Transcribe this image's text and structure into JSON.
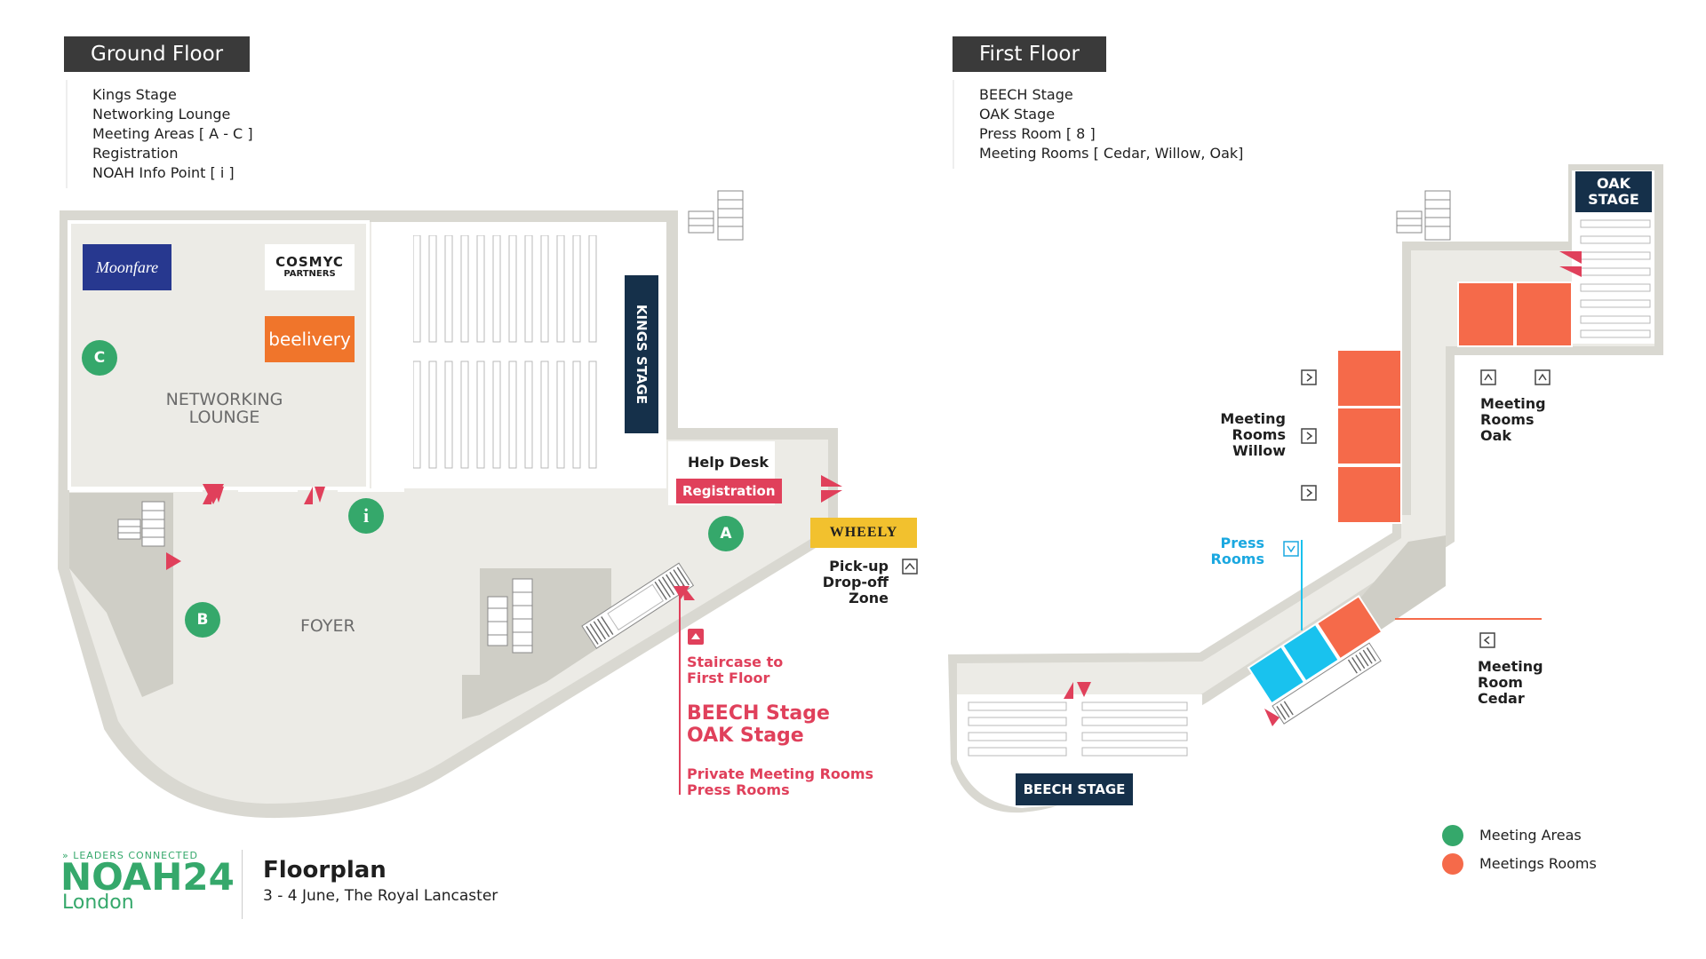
{
  "colors": {
    "wall": "#d9d8d1",
    "floor": "#ecebe6",
    "dark_floor": "#cfcec6",
    "navy": "#15304a",
    "meeting_area": "#35a86b",
    "meeting_room": "#f56a4a",
    "press_room": "#19c2ee",
    "accent_red": "#e0405b",
    "wheely_yellow": "#f2c12e"
  },
  "ground_floor": {
    "title": "Ground Floor",
    "items": [
      "Kings Stage",
      "Networking Lounge",
      "Meeting Areas [ A - C ]",
      "Registration",
      "NOAH Info Point [ i ]"
    ],
    "logos": {
      "moonfare": "Moonfare",
      "cosmyc_line1": "COSMYC",
      "cosmyc_line2": "PARTNERS",
      "beelivery": "beelivery",
      "wheely": "WHEELY"
    },
    "networking_lounge": [
      "NETWORKING",
      "LOUNGE"
    ],
    "kings_stage": "KINGS STAGE",
    "foyer": "FOYER",
    "help_desk": "Help Desk",
    "registration": "Registration",
    "meeting_areas": {
      "a": "A",
      "b": "B",
      "c": "C"
    },
    "info_point": "i",
    "pickup": [
      "Pick-up",
      "Drop-off",
      "Zone"
    ],
    "staircase": [
      "Staircase to",
      "First Floor"
    ],
    "stages_above": [
      "BEECH Stage",
      "OAK Stage"
    ],
    "rooms_above": [
      "Private Meeting Rooms",
      "Press Rooms"
    ]
  },
  "first_floor": {
    "title": "First Floor",
    "items": [
      "BEECH Stage",
      "OAK Stage",
      "Press Room [ 8 ]",
      "Meeting Rooms [ Cedar, Willow, Oak]"
    ],
    "oak_stage": [
      "OAK",
      "STAGE"
    ],
    "beech_stage": "BEECH STAGE",
    "willow": [
      "Meeting",
      "Rooms",
      "Willow"
    ],
    "oak": [
      "Meeting",
      "Rooms",
      "Oak"
    ],
    "press": [
      "Press",
      "Rooms"
    ],
    "cedar": [
      "Meeting",
      "Room",
      "Cedar"
    ]
  },
  "legend": {
    "meeting_areas": "Meeting Areas",
    "meeting_rooms": "Meetings Rooms"
  },
  "footer": {
    "tagline": "» LEADERS CONNECTED",
    "brand": "NOAH24",
    "city": "London",
    "title": "Floorplan",
    "subtitle": "3 - 4 June, The Royal Lancaster"
  }
}
